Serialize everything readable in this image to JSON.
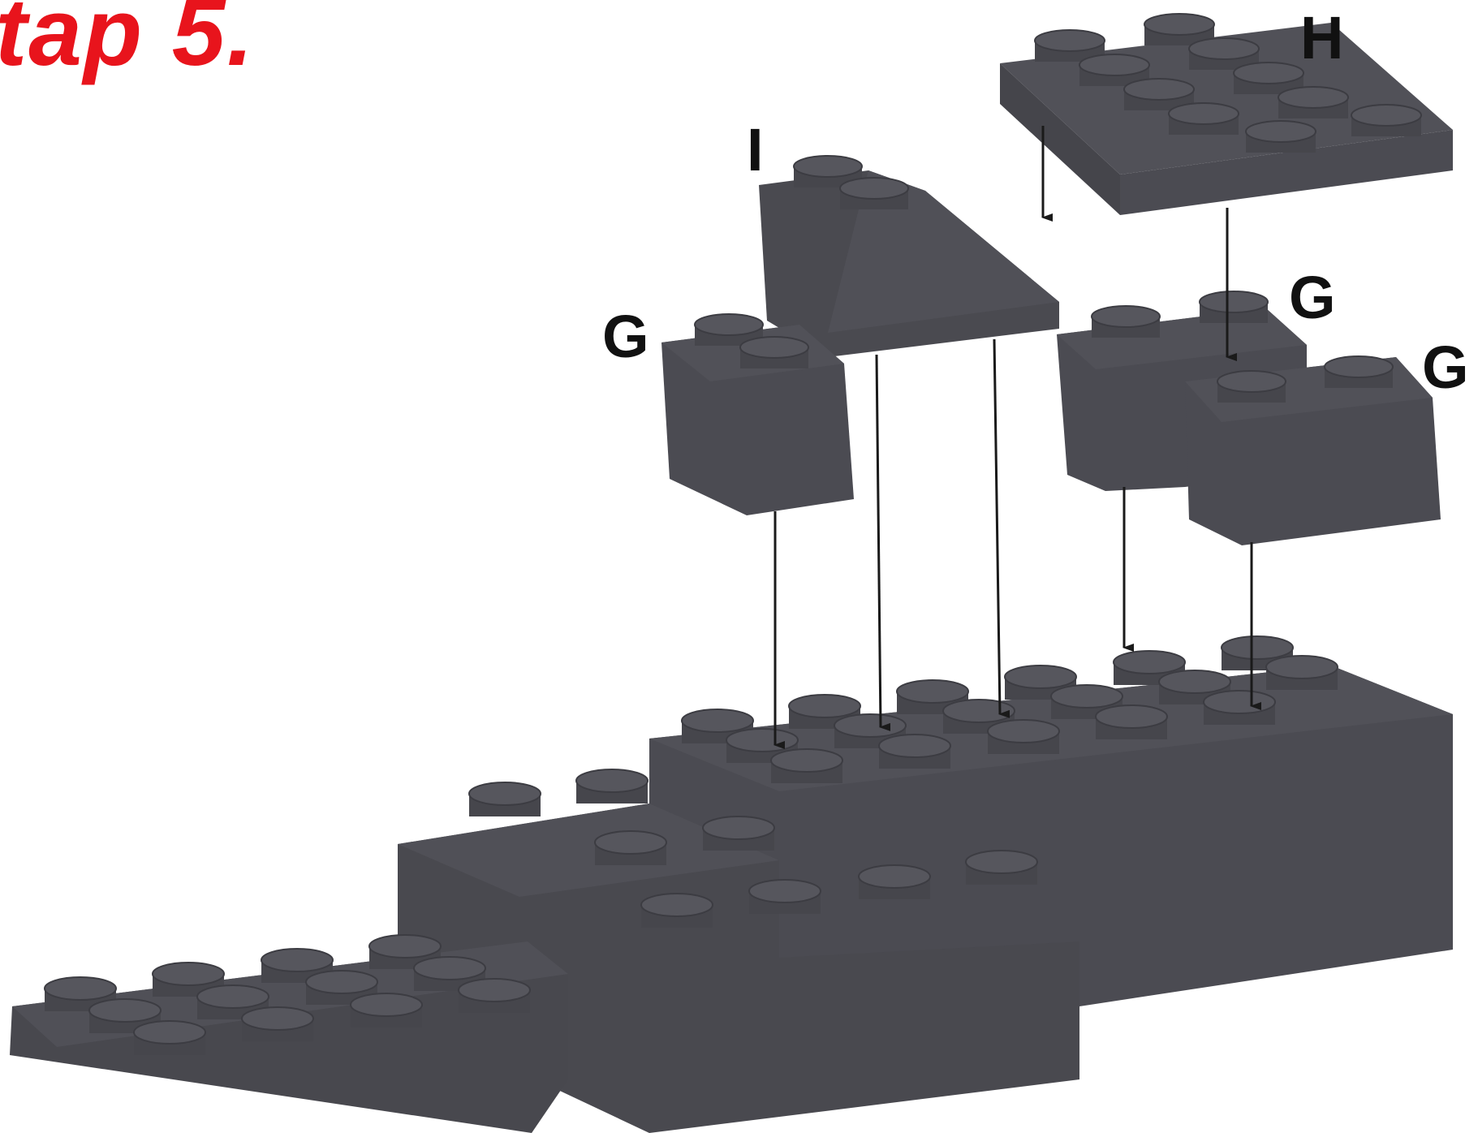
{
  "step_title": "tap 5.",
  "labels": {
    "I": "I",
    "H": "H",
    "G1": "G",
    "G2": "G",
    "G3": "G"
  },
  "colors": {
    "brick": "#4b4b52",
    "brick_top": "#55555c",
    "brick_side": "#424248",
    "stud_edge": "#3c3c42",
    "arrow": "#1a1a1a",
    "title": "#e8141c",
    "label": "#111111"
  }
}
